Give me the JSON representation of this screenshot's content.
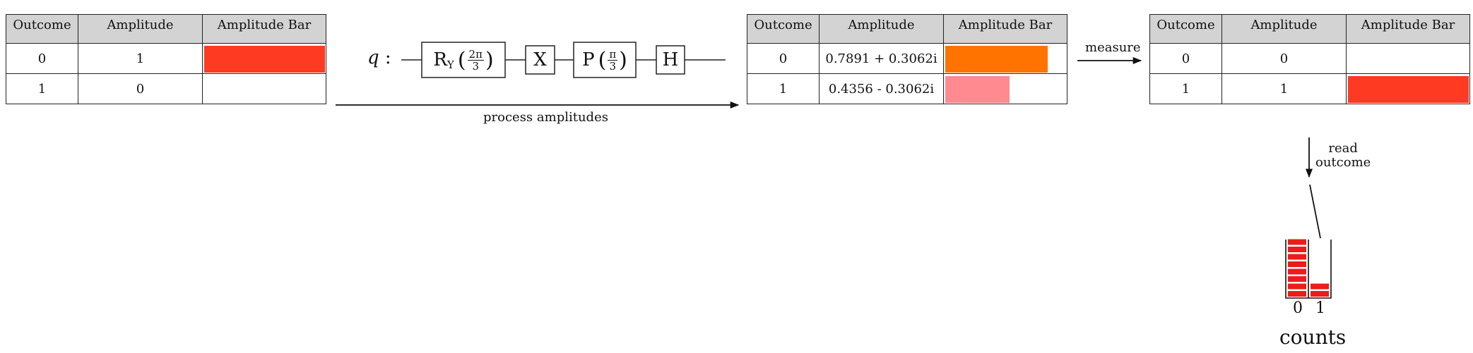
{
  "colors": {
    "red": "#ff3a22",
    "orange": "#ff7300",
    "pink": "#ff8a8f",
    "header_gray": "#d3d3d3",
    "count_red": "#ee1b1b"
  },
  "initial_table": {
    "headers": [
      "Outcome",
      "Amplitude",
      "Amplitude Bar"
    ],
    "rows": [
      {
        "outcome": "0",
        "amplitude": "1",
        "bar_fraction": 1.0,
        "bar_color": "red"
      },
      {
        "outcome": "1",
        "amplitude": "0",
        "bar_fraction": 0.0,
        "bar_color": "red"
      }
    ]
  },
  "circuit": {
    "qubit_label": "q",
    "gates": [
      {
        "name": "R",
        "sub": "Y",
        "arg_num": "2π",
        "arg_den": "3"
      },
      {
        "name": "X"
      },
      {
        "name": "P",
        "arg_num": "π",
        "arg_den": "3"
      },
      {
        "name": "H"
      }
    ]
  },
  "process_label": "process amplitudes",
  "processed_table": {
    "headers": [
      "Outcome",
      "Amplitude",
      "Amplitude Bar"
    ],
    "rows": [
      {
        "outcome": "0",
        "amplitude": "0.7891 + 0.3062i",
        "bar_fraction": 0.85,
        "bar_color": "orange"
      },
      {
        "outcome": "1",
        "amplitude": "0.4356 - 0.3062i",
        "bar_fraction": 0.53,
        "bar_color": "pink"
      }
    ]
  },
  "measure_label": "measure",
  "measured_table": {
    "headers": [
      "Outcome",
      "Amplitude",
      "Amplitude Bar"
    ],
    "rows": [
      {
        "outcome": "0",
        "amplitude": "0",
        "bar_fraction": 0.0,
        "bar_color": "red"
      },
      {
        "outcome": "1",
        "amplitude": "1",
        "bar_fraction": 1.0,
        "bar_color": "red"
      }
    ]
  },
  "read_outcome_label": [
    "read",
    "outcome"
  ],
  "counts": {
    "label": "counts",
    "bins": [
      {
        "label": "0",
        "count": 8
      },
      {
        "label": "1",
        "count": 2
      }
    ]
  }
}
